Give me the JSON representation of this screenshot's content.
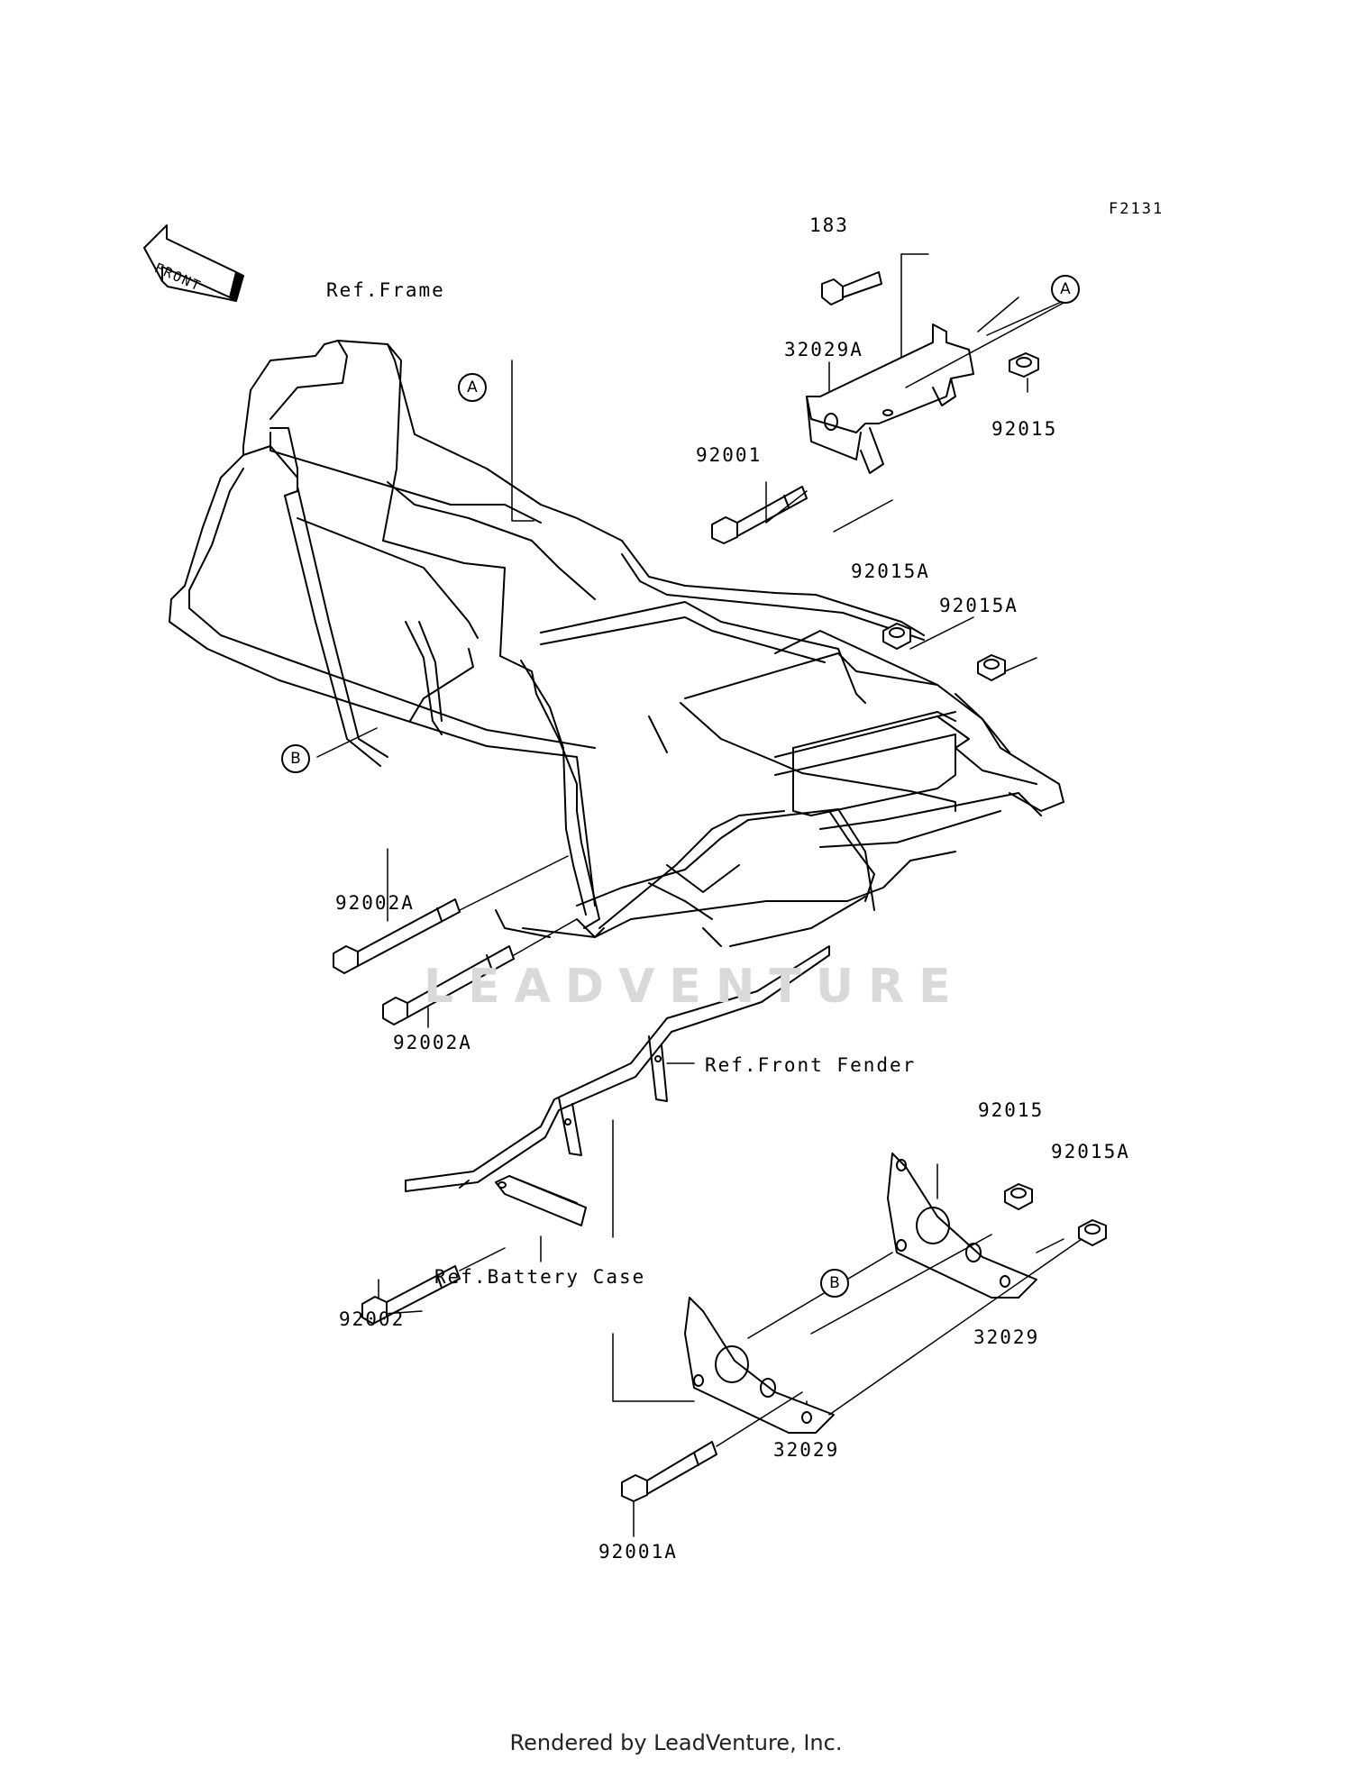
{
  "figure_code": "F2131",
  "front_arrow_label": "FRONT",
  "watermark": "LEADVENTURE",
  "footer": "Rendered by LeadVenture, Inc.",
  "refs": {
    "frame": "Ref.Frame",
    "front_fender": "Ref.Front Fender",
    "battery_case": "Ref.Battery Case"
  },
  "callouts": {
    "a_top": "A",
    "a_frame": "A",
    "b_frame": "B",
    "b_bracket": "B"
  },
  "parts": {
    "p183": "183",
    "p32029A": "32029A",
    "p92015_top": "92015",
    "p92001": "92001",
    "p92015A_1": "92015A",
    "p92015A_2": "92015A",
    "p92002A_1": "92002A",
    "p92002A_2": "92002A",
    "p92015_low": "92015",
    "p92015A_3": "92015A",
    "p92002": "92002",
    "p32029_right": "32029",
    "p32029_left": "32029",
    "p92001A": "92001A"
  }
}
